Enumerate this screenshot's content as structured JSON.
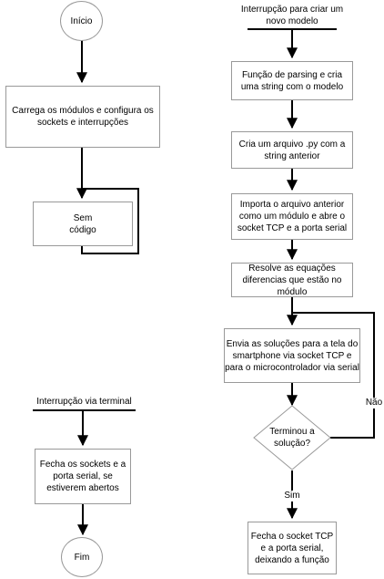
{
  "nodes": {
    "inicio": "Início",
    "carrega": "Carrega os módulos e configura os sockets e interrupções",
    "sem_codigo": "Sem\ncódigo",
    "interrupcao_modelo": "Interrupção para criar um novo modelo",
    "parsing": "Função de parsing e cria uma string com o modelo",
    "cria_arquivo": "Cria um arquivo .py com a string anterior",
    "importa": "Importa o arquivo anterior como um módulo e abre o socket TCP e a porta serial",
    "resolve": "Resolve as equações diferencias que estão no módulo",
    "envia": "Envia as soluções para a tela do smartphone via socket TCP e para o microcontrolador via serial",
    "terminou": "Terminou a solução?",
    "fecha_socket": "Fecha o socket TCP e a porta serial, deixando a função",
    "interrupcao_terminal": "Interrupção via terminal",
    "fecha_sockets": "Fecha os sockets e a porta serial, se estiverem abertos",
    "fim": "Fim"
  },
  "edge_labels": {
    "nao": "Não",
    "sim": "Sim"
  },
  "colors": {
    "border": "#999999",
    "line": "#000000"
  }
}
